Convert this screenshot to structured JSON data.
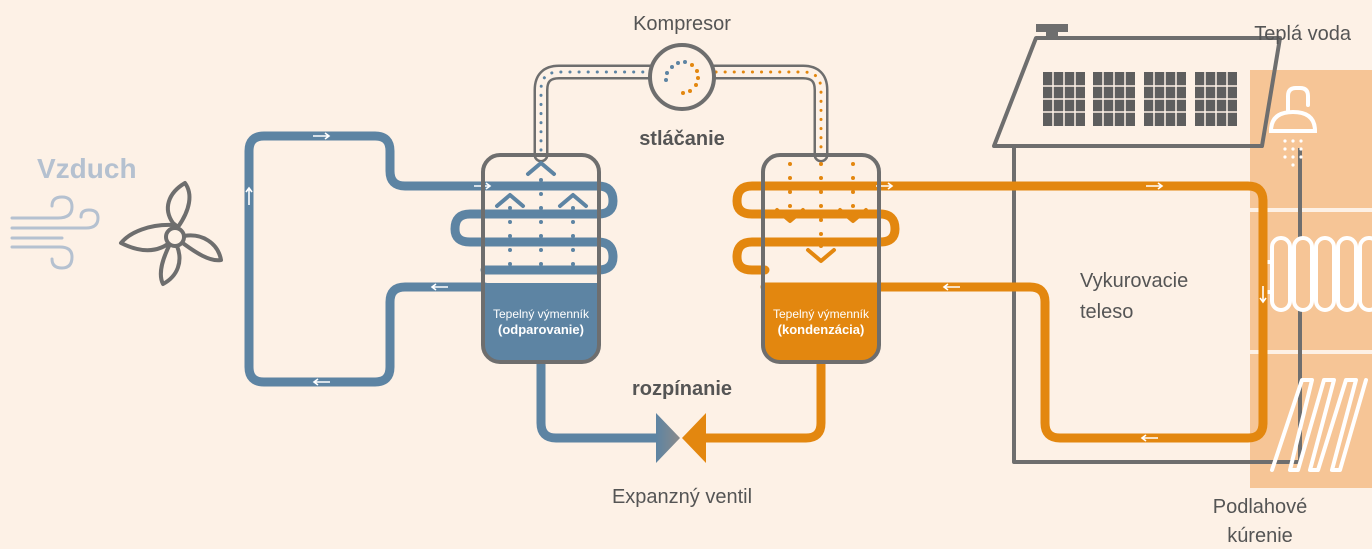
{
  "labels": {
    "air": "Vzduch",
    "compressor": "Kompresor",
    "compression": "stláčanie",
    "expansion": "rozpínanie",
    "expansion_valve": "Expanzný ventil",
    "evaporator_line1": "Tepelný výmenník",
    "evaporator_line2": "(odparovanie)",
    "condenser_line1": "Tepelný výmenník",
    "condenser_line2": "(kondenzácia)",
    "hot_water": "Teplá voda",
    "radiator_line1": "Vykurovacie",
    "radiator_line2": "teleso",
    "floor_heating_line1": "Podlahové",
    "floor_heating_line2": "kúrenie"
  },
  "colors": {
    "background": "#fdf1e6",
    "cold_loop": "#5d84a3",
    "hot_loop": "#e3870f",
    "outline": "#6e6e6e",
    "air_text": "#b5c1d0",
    "panel": "#f6c596"
  },
  "icons": [
    "fan-icon",
    "wind-icon",
    "compressor-icon",
    "expansion-valve-icon",
    "solar-panel-icon",
    "shower-icon",
    "radiator-icon",
    "floor-heating-icon",
    "chimney-icon"
  ]
}
